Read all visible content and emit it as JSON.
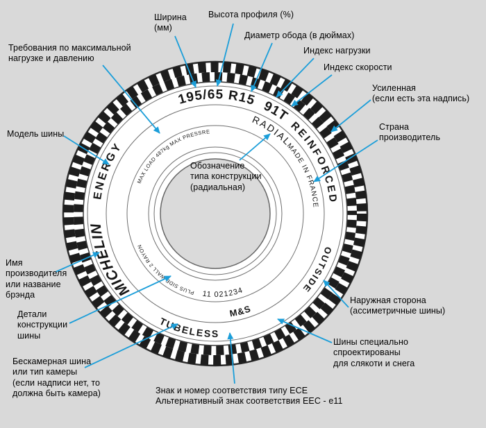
{
  "colors": {
    "background": "#d9d9d9",
    "arrow": "#1b9ed9",
    "tire_ink": "#151515"
  },
  "callouts": {
    "width": "Ширина\n(мм)",
    "profile_height": "Высота профиля (%)",
    "rim_diameter": "Диаметр обода (в дюймах)",
    "load_index": "Индекс нагрузки",
    "speed_index": "Индекс скорости",
    "max_load_pressure": "Требования по максимальной\nнагрузке и давлению",
    "reinforced": "Усиленная\n(если есть эта надпись)",
    "country": "Страна\nпроизводитель",
    "model": "Модель шины",
    "construction_type": "Обозначение\nтипа конструкции\n(радиальная)",
    "brand": "Имя\nпроизводителя\nили название\nбрэнда",
    "construction_details": "Детали\nконструкции\nшины",
    "tubeless": "Бескамерная шина\nили тип камеры\n(если надписи нет, то\nдолжна быть камера)",
    "ece": "Знак и номер соответствия типу ECE\nАльтернативный знак соответствия EEC - e11",
    "outside": "Наружная сторона\n(ассиметричные шины)",
    "snow": "Шины специально\nспроектированы\nдля слякоти и снега"
  },
  "tire_markings": {
    "size": "195/65 R15",
    "load_speed": "91T",
    "radial": "RADIAL",
    "reinforced": "REINFORCED",
    "made_in": "MADE IN FRANCE",
    "model": "ENERGY",
    "brand": "MICHELIN",
    "max_load": "MAX LOAD 487kg  MAX PRESSRE",
    "sidewall_plies": "PLUS SIDE WALL 2 RAYON",
    "tubeless": "TUBELESS",
    "serial": "11 021234",
    "mud_snow": "M&S",
    "outside": "OUTSIDE"
  }
}
